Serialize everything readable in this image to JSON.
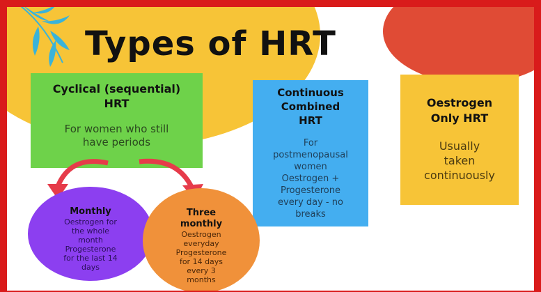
{
  "title": "Types of HRT",
  "colors": {
    "frame": "#d91b1b",
    "yellow": "#f7c437",
    "red_blob": "#e04b35",
    "green": "#6ed24a",
    "blue": "#44aef0",
    "purple": "#8c3ff0",
    "orange": "#f0913a",
    "arrow": "#e63b4a",
    "leaf": "#3ab3d9"
  },
  "boxes": {
    "cyclical": {
      "heading_line1": "Cyclical (sequential)",
      "heading_line2": "HRT",
      "body_line1": "For women who still",
      "body_line2": "have periods"
    },
    "continuous": {
      "heading_line1": "Continuous",
      "heading_line2": "Combined",
      "heading_line3": "HRT",
      "body_line1": "For",
      "body_line2": "postmenopausal",
      "body_line3": "women",
      "body_line4": "Oestrogen +",
      "body_line5": "Progesterone",
      "body_line6": "every day - no",
      "body_line7": "breaks"
    },
    "oestrogen_only": {
      "heading_line1": "Oestrogen",
      "heading_line2": "Only HRT",
      "body_line1": "Usually",
      "body_line2": "taken",
      "body_line3": "continuously"
    }
  },
  "circles": {
    "monthly": {
      "heading": "Monthly",
      "body_line1": "Oestrogen for",
      "body_line2": "the whole",
      "body_line3": "month",
      "body_line4": "Progesterone",
      "body_line5": "for the last 14",
      "body_line6": "days"
    },
    "three_monthly": {
      "heading_line1": "Three",
      "heading_line2": "monthly",
      "body_line1": "Oestrogen",
      "body_line2": "everyday",
      "body_line3": "Progesterone",
      "body_line4": "for 14 days",
      "body_line5": "every 3",
      "body_line6": "months"
    }
  },
  "icons": [
    "leaf-branch-icon",
    "curved-arrow-left-icon",
    "curved-arrow-right-icon"
  ]
}
